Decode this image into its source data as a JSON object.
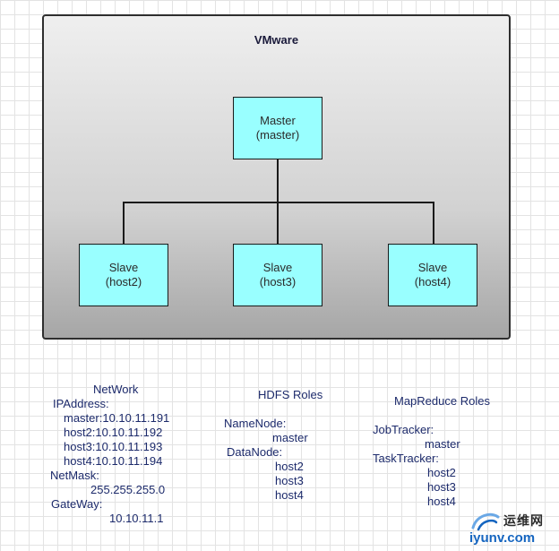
{
  "vm": {
    "title": "VMware"
  },
  "master": {
    "line1": "Master",
    "line2": "(master)"
  },
  "slaves": [
    {
      "line1": "Slave",
      "line2": "(host2)"
    },
    {
      "line1": "Slave",
      "line2": "(host3)"
    },
    {
      "line1": "Slave",
      "line2": "(host4)"
    }
  ],
  "colors": {
    "node_fill": "#99ffff",
    "text": "#1c2a6b"
  },
  "network": {
    "title": "NetWork",
    "ip_label": "IPAddress:",
    "ips": [
      "master:10.10.11.191",
      "host2:10.10.11.192",
      "host3:10.10.11.193",
      "host4:10.10.11.194"
    ],
    "netmask_label": "NetMask:",
    "netmask": "255.255.255.0",
    "gateway_label": "GateWay:",
    "gateway": "10.10.11.1"
  },
  "hdfs": {
    "title": "HDFS Roles",
    "namenode_label": "NameNode:",
    "namenode": "master",
    "datanode_label": "DataNode:",
    "datanodes": [
      "host2",
      "host3",
      "host4"
    ]
  },
  "mapreduce": {
    "title": "MapReduce Roles",
    "jobtracker_label": "JobTracker:",
    "jobtracker": "master",
    "tasktracker_label": "TaskTracker:",
    "tasktrackers": [
      "host2",
      "host3",
      "host4"
    ]
  },
  "watermark": {
    "cn": "运维网",
    "url": "iyunv.com"
  }
}
